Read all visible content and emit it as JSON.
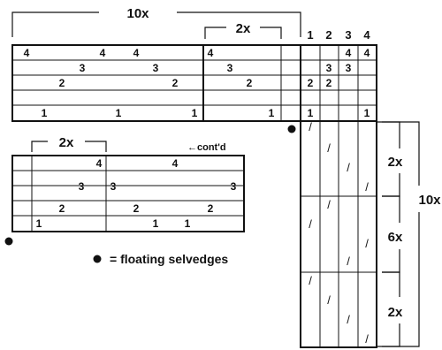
{
  "brackets": {
    "top_repeat": "10x",
    "top_inner_repeat": "2x",
    "cont_repeat": "2x",
    "side_a": "2x",
    "side_b": "6x",
    "side_c": "2x",
    "side_total": "10x"
  },
  "cont_note": "←cont'd",
  "legend_text": "= floating selvedges",
  "shaft_headers": [
    "1",
    "2",
    "3",
    "4"
  ],
  "threading_main": [
    [
      {
        "t": "4"
      },
      {
        "t": "4"
      },
      {
        "t": "4"
      },
      {
        "t": "4"
      }
    ],
    [
      {
        "t": "3"
      },
      {
        "t": "3"
      },
      {
        "t": "3"
      }
    ],
    [
      {
        "t": "2"
      },
      {
        "t": "2"
      },
      {
        "t": "2"
      }
    ],
    [
      {
        "t": "1"
      },
      {
        "t": "1"
      },
      {
        "t": "1"
      },
      {
        "t": "1"
      }
    ]
  ],
  "tieup": [
    [
      "",
      "",
      "4",
      "4"
    ],
    [
      "",
      "3",
      "3",
      ""
    ],
    [
      "2",
      "2",
      "",
      ""
    ],
    [
      "1",
      "",
      "",
      "1"
    ]
  ],
  "threading_cont": [
    [
      {
        "t": "4"
      },
      {
        "t": "4"
      }
    ],
    [
      {
        "t": "3"
      },
      {
        "t": "3"
      },
      {
        "t": "3"
      }
    ],
    [
      {
        "t": "2"
      },
      {
        "t": "2"
      },
      {
        "t": "2"
      }
    ],
    [
      {
        "t": "1"
      },
      {
        "t": "1"
      },
      {
        "t": "1"
      }
    ]
  ],
  "treadle_mark": "/"
}
